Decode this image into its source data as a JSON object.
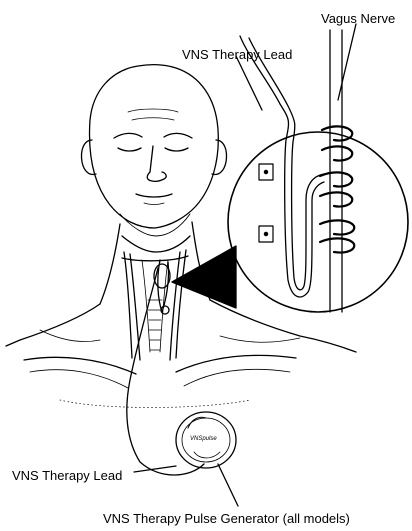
{
  "labels": {
    "vagus_nerve": "Vagus Nerve",
    "lead_top": "VNS Therapy Lead",
    "lead_bottom": "VNS Therapy Lead",
    "generator": "VNS Therapy Pulse Generator (all models)"
  },
  "generator_marking": "VNSpulse",
  "colors": {
    "ink": "#000000",
    "background": "#ffffff"
  },
  "icons": [
    "human-head-illustration",
    "neck-muscles-illustration",
    "electrode-coil-illustration",
    "pulse-generator-illustration"
  ]
}
